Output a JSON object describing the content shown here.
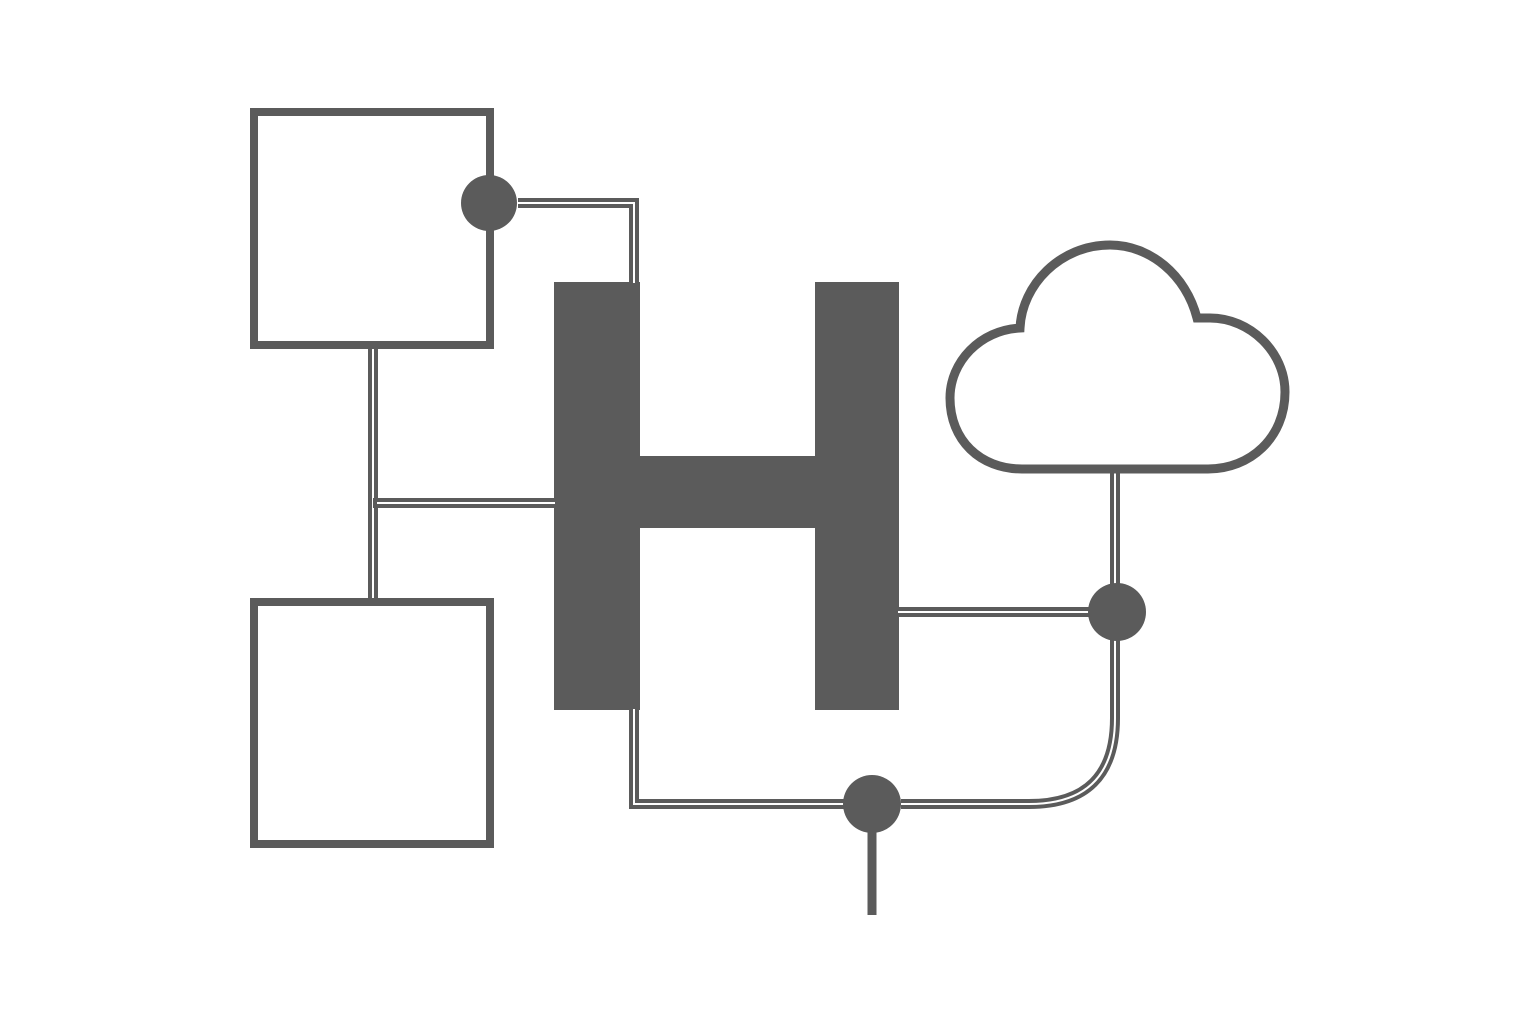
{
  "diagram": {
    "colors": {
      "background": "#ffffff",
      "ink": "#5b5b5b",
      "line_halo": "#3a3a3a"
    },
    "central_mark": {
      "glyph": "H",
      "icon": "h-letter-logo"
    },
    "nodes": [
      {
        "id": "box-top-left",
        "kind": "box",
        "icon": "square-outline"
      },
      {
        "id": "box-bottom-left",
        "kind": "box",
        "icon": "square-outline"
      },
      {
        "id": "cloud",
        "kind": "cloud",
        "icon": "cloud-icon"
      }
    ],
    "junctions": [
      {
        "id": "junction-top",
        "icon": "filled-circle"
      },
      {
        "id": "junction-right",
        "icon": "filled-circle"
      },
      {
        "id": "junction-bottom",
        "icon": "filled-circle"
      }
    ],
    "connections": [
      {
        "from": "box-top-left",
        "to": "junction-top"
      },
      {
        "from": "junction-top",
        "to": "central-mark"
      },
      {
        "from": "box-top-left",
        "to": "box-bottom-left"
      },
      {
        "from": "box-top-left",
        "to": "central-mark"
      },
      {
        "from": "central-mark",
        "to": "junction-right"
      },
      {
        "from": "cloud",
        "to": "junction-right"
      },
      {
        "from": "junction-right",
        "to": "junction-bottom"
      },
      {
        "from": "central-mark",
        "to": "junction-bottom"
      },
      {
        "from": "junction-bottom",
        "to": "open-end"
      }
    ]
  }
}
